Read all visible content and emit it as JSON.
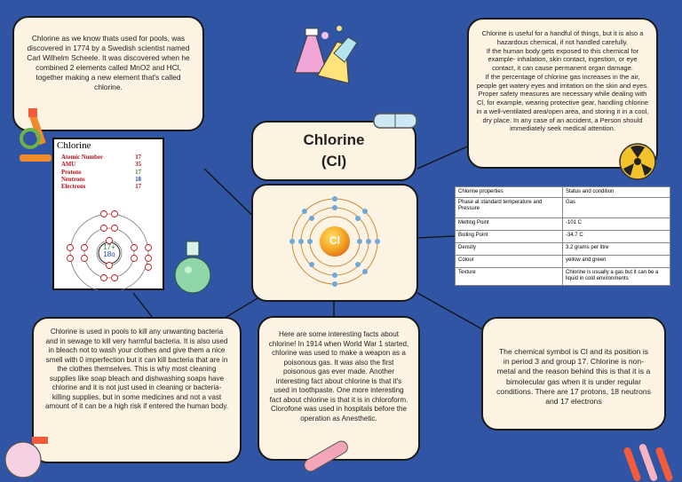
{
  "title": {
    "line1": "Chlorine",
    "line2": "(Cl)"
  },
  "atom_center_label": "Cl",
  "boxes": {
    "history": "Chlorine as we know thats used for pools, was discovered in 1774 by a Swedish scientist named Carl Wilhelm Scheele. It was discovered when he combined 2 elements called MnO2 and HCl, together making a new element that's called chlorine.",
    "safety": "Chlorine is useful for a handful of things, but it is also a hazardous chemical, if not handled carefully.\nIf the human body gets exposed to this chemical for example- inhalation, skin contact, ingestion, or eye contact, it can cause permanent organ damage.\nIf the percentage of chlorine gas increases in the air, people get watery eyes and irritation on the skin and eyes. Proper safety measures are necessary while dealing with Cl, for example, wearing protective gear, handling chlorine in a well-ventilated area/open area, and storing it in a cool, dry place. In any case of an accident, a Person should immediately seek medical attention.",
    "uses": "Chlorine is used in pools to kill any unwanting bacteria and in sewage to kill very harmful bacteria. It is also used in bleach not to wash your clothes and give them a nice smell with 0 imperfection but it can kill bacteria that are in the clothes themselves. This is why most cleaning supplies like soap bleach and dishwashing soaps have chlorine and it is not just used in cleaning or bacteria-killing supplies, but in some medicines and not a vast amount of it can be a high risk if entered the human body.",
    "facts": "Here are some interesting facts about chlorine! In 1914 when World War 1 started, chlorine was used to make a weapon as a poisonous gas. It was also the first poisonous gas ever made. Another interesting fact about chlorine is that it's used in toothpaste.  One more interesting fact about chlorine is that it is in chloroform. Clorofone was used in hospitals before the operation as Anesthetic.",
    "symbol": "The chemical symbol is Cl and its position is in period 3 and group 17. Chlorine is non-metal and the reason behind this is that it is a bimolecular gas when it is under regular conditions. There are 17 protons, 18 neutrons  and 17 electrons"
  },
  "atom_card": {
    "title": "Chlorine",
    "rows": [
      {
        "label": "Atomic Number",
        "value": "17"
      },
      {
        "label": "AMU",
        "value": "35"
      },
      {
        "label": "Protons",
        "value": "17"
      },
      {
        "label": "Neutrons",
        "value": "18"
      },
      {
        "label": "Electrons",
        "value": "17"
      }
    ],
    "nucleus_line1": "17+",
    "nucleus_line2": "18o"
  },
  "properties_table": {
    "headers": [
      "Chlorine properties",
      "Status and condition"
    ],
    "rows": [
      [
        "Phase at standard temperature and Pressure",
        "Gas"
      ],
      [
        "Melting Point",
        "-101 C"
      ],
      [
        "Boiling Point",
        "-34.7 C"
      ],
      [
        "Density",
        "3.2 grams per litre"
      ],
      [
        "Colour",
        "yellow and green"
      ],
      [
        "Texture",
        "Chlorine is usually a gas but it can be a liquid in cold environments"
      ]
    ]
  },
  "colors": {
    "background": "#2f55a4",
    "card": "#fdf3e3",
    "label_red": "#b3121a"
  }
}
